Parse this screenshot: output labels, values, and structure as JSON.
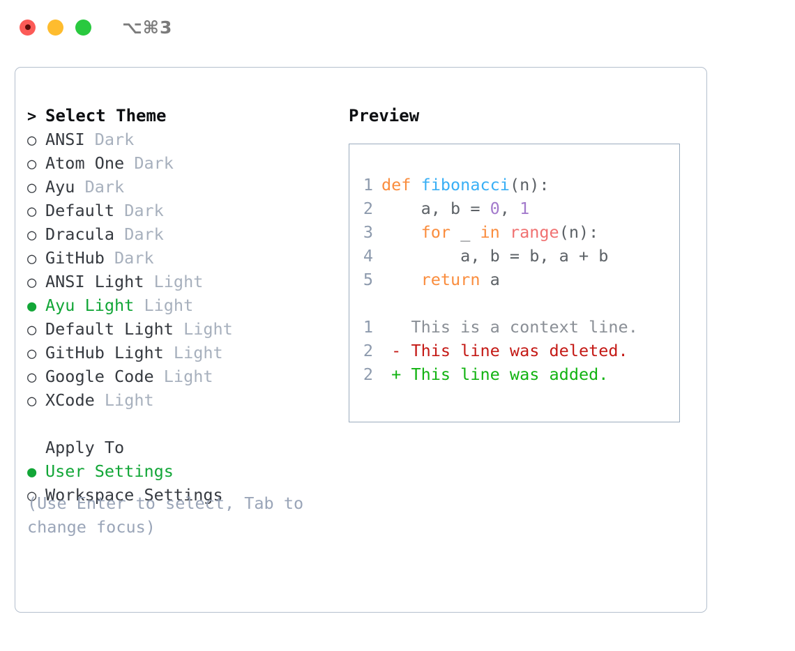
{
  "titlebar": {
    "shortcut": "⌥⌘3",
    "buttons": [
      {
        "name": "close",
        "color": "#fc5b57"
      },
      {
        "name": "minimize",
        "color": "#febc2e"
      },
      {
        "name": "maximize",
        "color": "#29c93f"
      }
    ]
  },
  "theme_list": {
    "header": {
      "marker": ">",
      "label": "Select Theme"
    },
    "items": [
      {
        "marker": "○",
        "name": "ANSI",
        "variant": "Dark",
        "selected": false
      },
      {
        "marker": "○",
        "name": "Atom One",
        "variant": "Dark",
        "selected": false
      },
      {
        "marker": "○",
        "name": "Ayu",
        "variant": "Dark",
        "selected": false
      },
      {
        "marker": "○",
        "name": "Default",
        "variant": "Dark",
        "selected": false
      },
      {
        "marker": "○",
        "name": "Dracula",
        "variant": "Dark",
        "selected": false
      },
      {
        "marker": "○",
        "name": "GitHub",
        "variant": "Dark",
        "selected": false
      },
      {
        "marker": "○",
        "name": "ANSI Light",
        "variant": "Light",
        "selected": false
      },
      {
        "marker": "●",
        "name": "Ayu Light",
        "variant": "Light",
        "selected": true
      },
      {
        "marker": "○",
        "name": "Default Light",
        "variant": "Light",
        "selected": false
      },
      {
        "marker": "○",
        "name": "GitHub Light",
        "variant": "Light",
        "selected": false
      },
      {
        "marker": "○",
        "name": "Google Code",
        "variant": "Light",
        "selected": false
      },
      {
        "marker": "○",
        "name": "XCode",
        "variant": "Light",
        "selected": false
      }
    ]
  },
  "apply_to": {
    "header": {
      "marker": "",
      "label": "Apply To"
    },
    "items": [
      {
        "marker": "●",
        "name": "User Settings",
        "selected": true
      },
      {
        "marker": "○",
        "name": "Workspace Settings",
        "selected": false
      }
    ]
  },
  "hint": "(Use Enter to select, Tab to change focus)",
  "preview": {
    "title": "Preview",
    "code_lines": [
      {
        "no": "1",
        "tokens": [
          {
            "t": "def ",
            "c": "kw"
          },
          {
            "t": "fibonacci",
            "c": "fn"
          },
          {
            "t": "(n):",
            "c": "pl"
          }
        ]
      },
      {
        "no": "2",
        "tokens": [
          {
            "t": "    a, b = ",
            "c": "pl"
          },
          {
            "t": "0",
            "c": "num"
          },
          {
            "t": ", ",
            "c": "pl"
          },
          {
            "t": "1",
            "c": "num"
          }
        ]
      },
      {
        "no": "3",
        "tokens": [
          {
            "t": "    ",
            "c": "pl"
          },
          {
            "t": "for",
            "c": "kw"
          },
          {
            "t": " _ ",
            "c": "pl"
          },
          {
            "t": "in",
            "c": "kw"
          },
          {
            "t": " ",
            "c": "pl"
          },
          {
            "t": "range",
            "c": "bi"
          },
          {
            "t": "(n):",
            "c": "pl"
          }
        ]
      },
      {
        "no": "4",
        "tokens": [
          {
            "t": "        a, b = b, a + b",
            "c": "pl"
          }
        ]
      },
      {
        "no": "5",
        "tokens": [
          {
            "t": "    ",
            "c": "pl"
          },
          {
            "t": "return",
            "c": "kw"
          },
          {
            "t": " a",
            "c": "pl"
          }
        ]
      }
    ],
    "diff_lines": [
      {
        "no": "1",
        "sign": " ",
        "text": "This is a context line.",
        "kind": "ctx"
      },
      {
        "no": "2",
        "sign": "-",
        "text": "This line was deleted.",
        "kind": "del"
      },
      {
        "no": "2",
        "sign": "+",
        "text": "This line was added.",
        "kind": "add"
      }
    ]
  },
  "colors": {
    "accent_green": "#12a637",
    "muted": "#a7b0bd",
    "hint": "#9aa5b8",
    "border": "#b4bfcd",
    "code_border": "#9aabbd",
    "lineno": "#8d9aad",
    "keyword": "#fa8d3e",
    "function": "#39aff5",
    "number": "#a37acc",
    "builtin": "#f07171",
    "plain": "#5c6166",
    "diff_context": "#8a8f96",
    "diff_deleted": "#c41a16",
    "diff_added": "#12b312"
  }
}
